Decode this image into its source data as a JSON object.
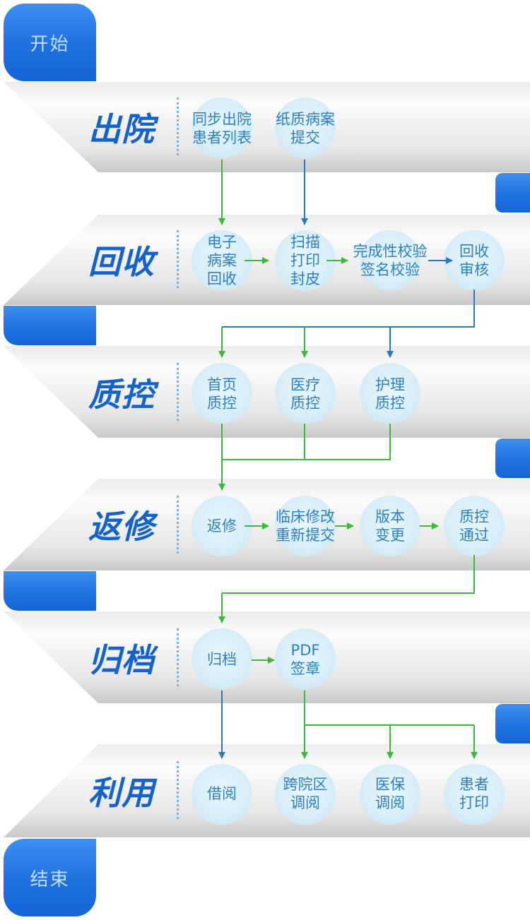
{
  "start_label": "开始",
  "end_label": "结束",
  "stages": [
    {
      "key": "discharge",
      "title": "出院",
      "nodes": [
        {
          "key": "sync",
          "text": "同步出院\n患者列表"
        },
        {
          "key": "paper",
          "text": "纸质病案\n提交"
        }
      ]
    },
    {
      "key": "recycle",
      "title": "回收",
      "nodes": [
        {
          "key": "e_record",
          "text": "电子\n病案\n回收"
        },
        {
          "key": "scan",
          "text": "扫描\n打印\n封皮"
        },
        {
          "key": "check",
          "text": "完成性校验\n签名校验"
        },
        {
          "key": "review",
          "text": "回收\n审核"
        }
      ]
    },
    {
      "key": "qc",
      "title": "质控",
      "nodes": [
        {
          "key": "front",
          "text": "首页\n质控"
        },
        {
          "key": "medical",
          "text": "医疗\n质控"
        },
        {
          "key": "nursing",
          "text": "护理\n质控"
        }
      ]
    },
    {
      "key": "rework",
      "title": "返修",
      "nodes": [
        {
          "key": "rework",
          "text": "返修"
        },
        {
          "key": "clinical",
          "text": "临床修改\n重新提交"
        },
        {
          "key": "version",
          "text": "版本\n变更"
        },
        {
          "key": "pass",
          "text": "质控\n通过"
        }
      ]
    },
    {
      "key": "archive",
      "title": "归档",
      "nodes": [
        {
          "key": "archive",
          "text": "归档"
        },
        {
          "key": "pdf",
          "text": "PDF\n签章"
        }
      ]
    },
    {
      "key": "use",
      "title": "利用",
      "nodes": [
        {
          "key": "borrow",
          "text": "借阅"
        },
        {
          "key": "cross",
          "text": "跨院区\n调阅"
        },
        {
          "key": "insurance",
          "text": "医保\n调阅"
        },
        {
          "key": "print",
          "text": "患者\n打印"
        }
      ]
    }
  ],
  "colors": {
    "brand": "#1e6fe0",
    "title": "#1563c9",
    "node_text": "#2f7fbf",
    "arrow_green": "#3cb83c",
    "arrow_blue": "#2a7ab5"
  }
}
